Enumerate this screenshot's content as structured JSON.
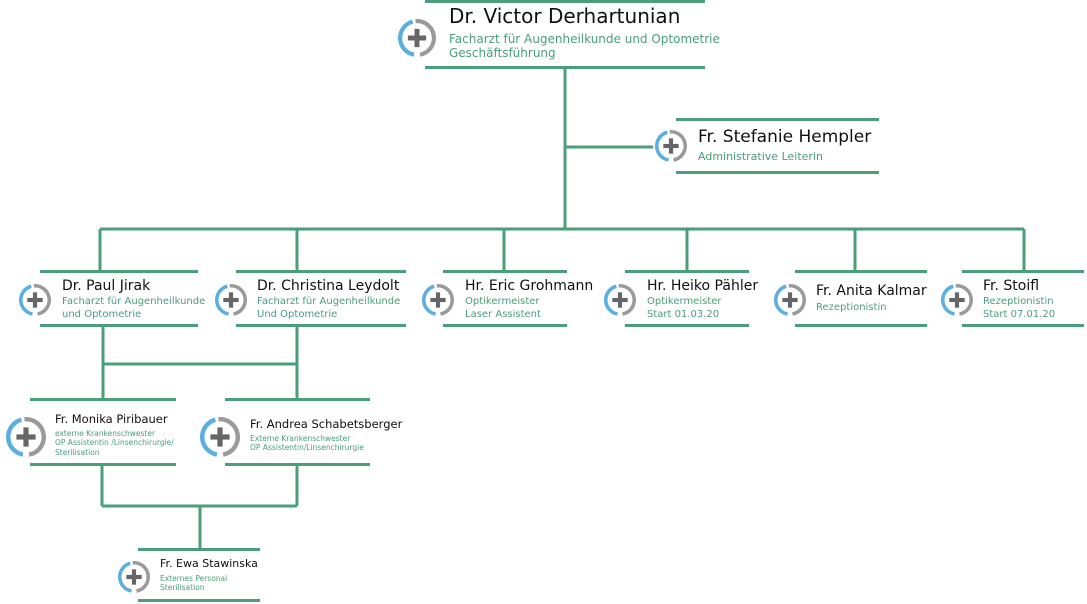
{
  "colors": {
    "line": "#4a9e7a",
    "text_accent": "#4a9e7a",
    "icon_blue": "#5aaee0",
    "icon_grey": "#9a9a9a",
    "icon_plus": "#666666"
  },
  "icon": "medical-plus-icon",
  "people": {
    "derhartunian": {
      "name": "Dr. Victor Derhartunian",
      "lines": [
        "Facharzt für Augenheilkunde und Optometrie",
        "Geschäftsführung"
      ]
    },
    "hempler": {
      "name": "Fr. Stefanie Hempler",
      "lines": [
        "Administrative Leiterin"
      ]
    },
    "jirak": {
      "name": "Dr. Paul Jirak",
      "lines": [
        "Facharzt für Augenheilkunde",
        "und Optometrie"
      ]
    },
    "leydolt": {
      "name": "Dr. Christina Leydolt",
      "lines": [
        "Facharzt für Augenheilkunde",
        "Und Optometrie"
      ]
    },
    "grohmann": {
      "name": "Hr. Eric Grohmann",
      "lines": [
        "Optikermeister",
        "Laser Assistent"
      ]
    },
    "paehler": {
      "name": "Hr. Heiko Pähler",
      "lines": [
        "Optikermeister",
        "Start 01.03.20"
      ]
    },
    "kalmar": {
      "name": "Fr. Anita Kalmar",
      "lines": [
        "Rezeptionistin"
      ]
    },
    "stoifl": {
      "name": "Fr. Stoifl",
      "lines": [
        "Rezeptionistin",
        "Start 07.01.20"
      ]
    },
    "piribauer": {
      "name": "Fr. Monika Piribauer",
      "lines": [
        "externe Krankenschwester",
        "OP Assistentin /Linsenchirurgie/",
        "Sterilisation"
      ]
    },
    "schabetsberger": {
      "name": "Fr. Andrea Schabetsberger",
      "lines": [
        "Externe Krankenschwester",
        "OP Assistentin/Linsenchirurgie"
      ]
    },
    "stawinska": {
      "name": "Fr. Ewa Stawinska",
      "lines": [
        "Externes Personal",
        "Sterilisation"
      ]
    }
  }
}
